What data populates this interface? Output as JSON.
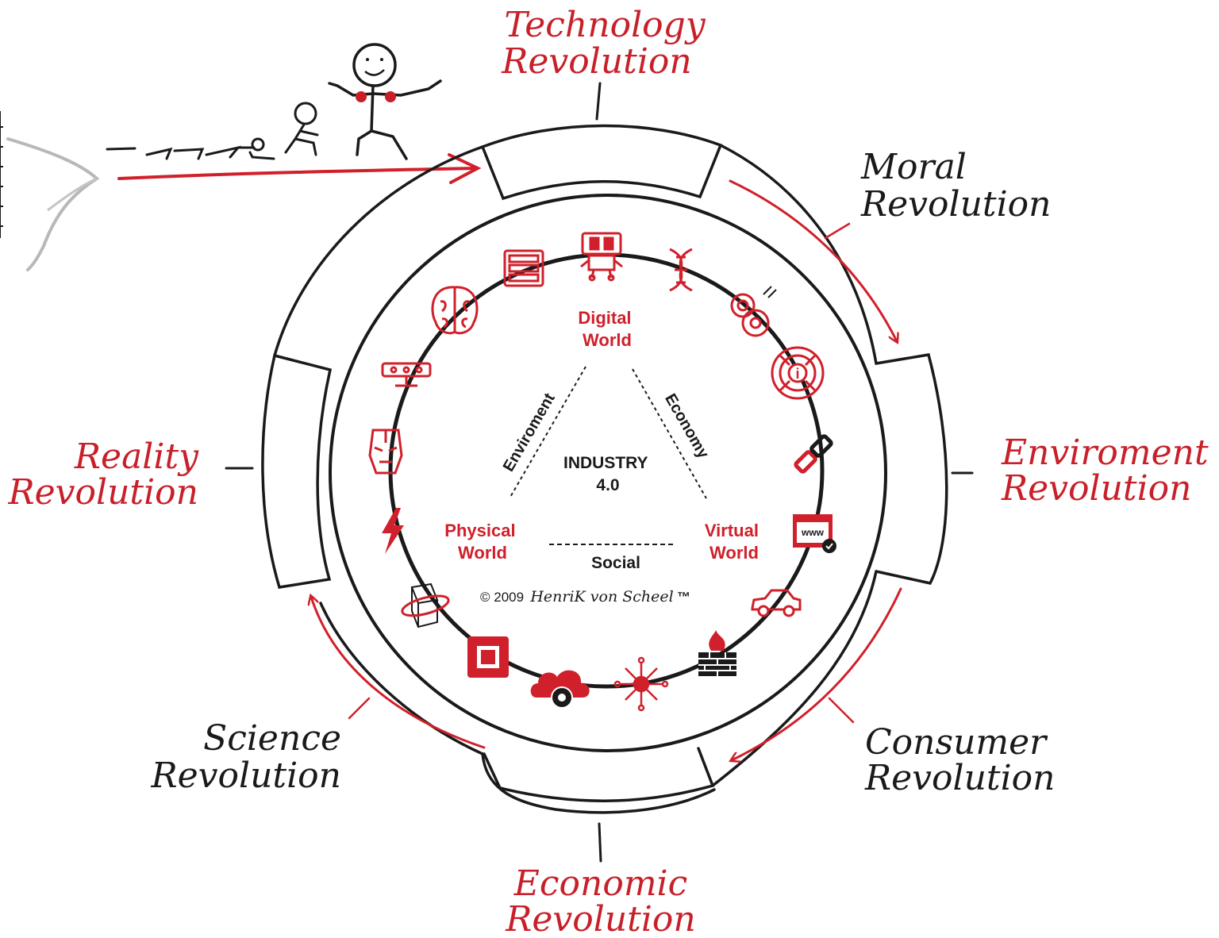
{
  "colors": {
    "accent_red": "#d0202b",
    "ink": "#1a1a1a",
    "pencil_gray": "#b8b8b8"
  },
  "revolutions": {
    "technology": {
      "line1": "Technology",
      "line2": "Revolution",
      "color": "#c8202a"
    },
    "moral": {
      "line1": "Moral",
      "line2": "Revolution",
      "color": "#1a1a1a"
    },
    "environment": {
      "line1": "Enviroment",
      "line2": "Revolution",
      "color": "#c8202a"
    },
    "consumer": {
      "line1": "Consumer",
      "line2": "Revolution",
      "color": "#1a1a1a"
    },
    "economic": {
      "line1": "Economic",
      "line2": "Revolution",
      "color": "#c8202a"
    },
    "science": {
      "line1": "Science",
      "line2": "Revolution",
      "color": "#1a1a1a"
    },
    "reality": {
      "line1": "Reality",
      "line2": "Revolution",
      "color": "#c8202a"
    }
  },
  "center": {
    "title_line1": "INDUSTRY",
    "title_line2": "4.0",
    "digital_line1": "Digital",
    "digital_line2": "World",
    "physical_line1": "Physical",
    "physical_line2": "World",
    "virtual_line1": "Virtual",
    "virtual_line2": "World",
    "environment_edge": "Enviroment",
    "economy_edge": "Economy",
    "social_edge": "Social",
    "copyright_prefix": "© 2009",
    "copyright_author": "HenriK von Scheel",
    "copyright_tm": "™"
  },
  "icons": [
    "robot-icon",
    "dna-icon",
    "gears-icon",
    "info-target-icon",
    "link-icon",
    "website-icon",
    "car-icon",
    "firewall-icon",
    "virus-network-icon",
    "cloud-settings-icon",
    "processor-chip-icon",
    "3d-cube-icon",
    "lightning-icon",
    "ironman-helmet-icon",
    "kinect-sensor-icon",
    "brain-icon",
    "server-rack-icon"
  ]
}
